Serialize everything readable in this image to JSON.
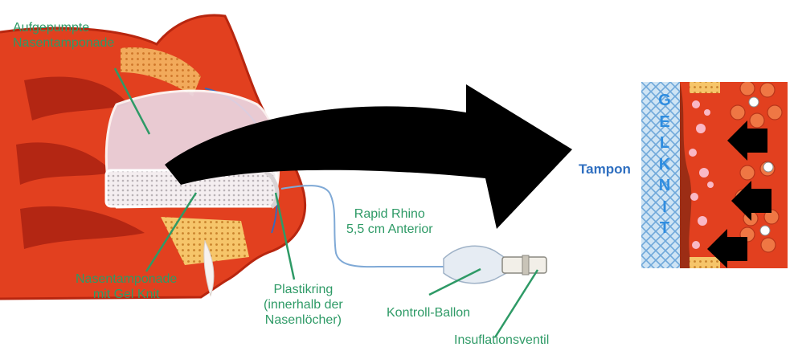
{
  "labels": {
    "inflated": [
      "Aufgepumpte",
      "Nasentamponade"
    ],
    "gelknit": [
      "Nasentamponade",
      "mit Gel Knit"
    ],
    "ring": [
      "Plastikring",
      "(innerhalb der",
      "Nasenlöcher)"
    ],
    "product": [
      "Rapid Rhino",
      "5,5 cm Anterior"
    ],
    "balloon": "Kontroll-Ballon",
    "valve": "Insuflationsventil",
    "tampon": "Tampon",
    "gel_knit_letters": [
      "G",
      "E",
      "L",
      "K",
      "N",
      "I",
      "T"
    ]
  },
  "colors": {
    "label": "#2e9a66",
    "tampon": "#2f6fc0",
    "tissue": "#e2401f",
    "arrow": "#000000"
  }
}
